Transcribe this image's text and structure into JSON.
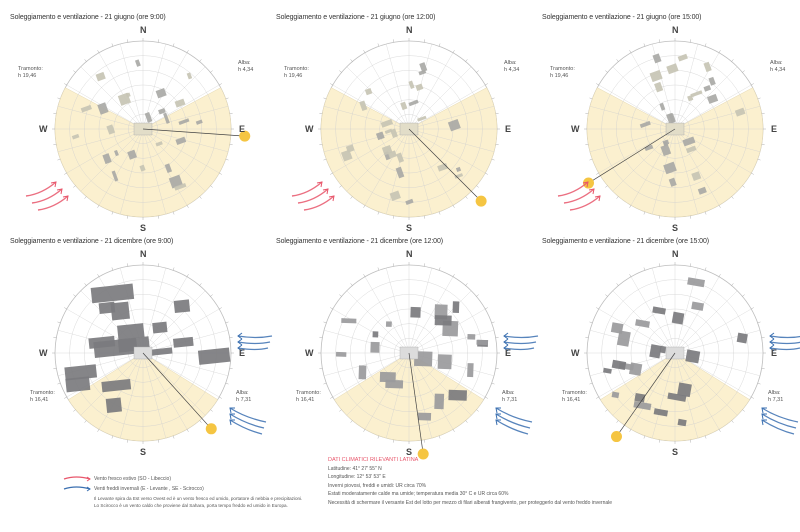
{
  "panels": [
    {
      "title": "Soleggiamento e ventilazione - 21 giugno (ore 9:00)",
      "season": "summer",
      "time": "9:00",
      "left_label": [
        "Tramonto:",
        "h 19,46"
      ],
      "right_label": [
        "Alba:",
        "h 4,34"
      ],
      "sun_azimuth_deg": 94,
      "shadow_density": "light",
      "wind": "left"
    },
    {
      "title": "Soleggiamento e ventilazione - 21 giugno (ore 12:00)",
      "season": "summer",
      "time": "12:00",
      "left_label": [
        "Tramonto:",
        "h 19,46"
      ],
      "right_label": [
        "Alba:",
        "h 4,34"
      ],
      "sun_azimuth_deg": 135,
      "shadow_density": "light",
      "wind": "left"
    },
    {
      "title": "Soleggiamento e ventilazione - 21 giugno (ore 15:00)",
      "season": "summer",
      "time": "15:00",
      "left_label": [
        "Tramonto:",
        "h 19,46"
      ],
      "right_label": [
        "Alba:",
        "h 4,34"
      ],
      "sun_azimuth_deg": 238,
      "shadow_density": "light",
      "wind": "left"
    },
    {
      "title": "Soleggiamento e ventilazione - 21 dicembre (ore 9:00)",
      "season": "winter",
      "time": "9:00",
      "left_label": [
        "Tramonto:",
        "h 16,41"
      ],
      "right_label": [
        "Alba:",
        "h 7,31"
      ],
      "sun_azimuth_deg": 138,
      "shadow_density": "heavy",
      "wind": "right"
    },
    {
      "title": "Soleggiamento e ventilazione - 21 dicembre (ore 12:00)",
      "season": "winter",
      "time": "12:00",
      "left_label": [
        "Tramonto:",
        "h 16,41"
      ],
      "right_label": [
        "Alba:",
        "h 7,31"
      ],
      "sun_azimuth_deg": 172,
      "shadow_density": "medium",
      "wind": "right"
    },
    {
      "title": "Soleggiamento e ventilazione - 21 dicembre (ore 15:00)",
      "season": "winter",
      "time": "15:00",
      "left_label": [
        "Tramonto:",
        "h 16,41"
      ],
      "right_label": [
        "Alba:",
        "h 7,31"
      ],
      "sun_azimuth_deg": 215,
      "shadow_density": "medium",
      "wind": "right"
    }
  ],
  "compass": {
    "n": "N",
    "s": "S",
    "e": "E",
    "w": "W"
  },
  "legend": {
    "summer_wind": "Vento fresco estivo (SO - Libeccio)",
    "winter_wind": "Venti freddi invernali (E - Levante , SE - Scirocco)",
    "note_1": "Il Levante spira da Est verso Ovest ed è un vento fresco ed umido, portatore di nebbia e precipitazioni.",
    "note_2": "Lo Scirocco è un vento caldo che proviene dal Sahara, porta tempo freddo ed umido in Europa."
  },
  "climate": {
    "title": "DATI CLIMATICI RILEVANTI LATINA",
    "lines": [
      "Latitudine: 41° 27' 55'' N",
      "Longitudine: 12° 53' 53'' E",
      "Inverni piovosi, freddi e umidi: UR circa 70%",
      "Estati moderatamente calde ma umide; temperatura media 30° C e UR circa 60%",
      "Necessità di schermare il versante Est del lotto per mezzo di filari alberati frangivento, per proteggerlo dal vento freddo invernale"
    ]
  },
  "colors": {
    "sun": "#f5c542",
    "sun_sector": "#fbf0cf",
    "shadow_heavy": "#7b7b7e",
    "shadow_light": "#c7c4b4",
    "summer_wind": "#e8566b",
    "winter_wind": "#3a6fb0",
    "grid": "#cfcfcf"
  }
}
